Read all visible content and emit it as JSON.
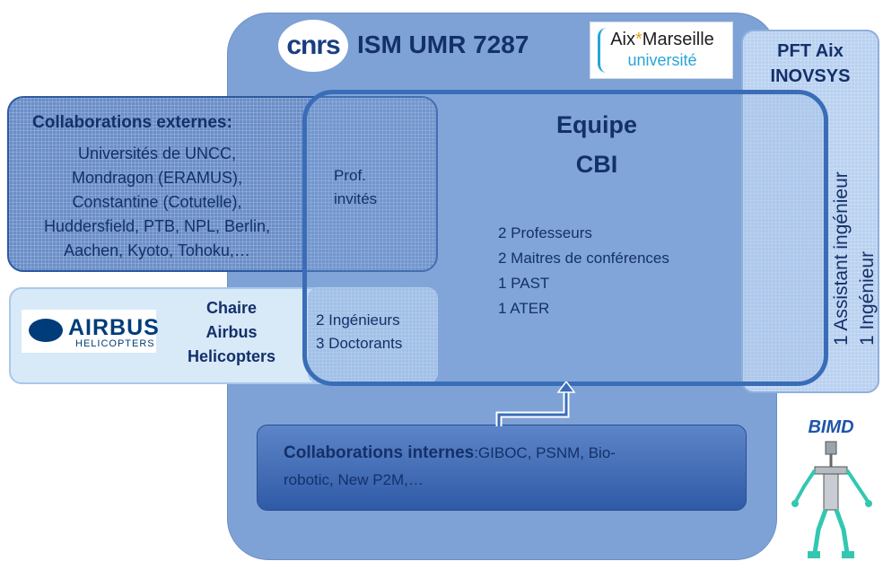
{
  "ism": {
    "title": "ISM UMR 7287"
  },
  "logos": {
    "cnrs": "cnrs",
    "amu_line1_left": "Aix",
    "amu_star": "*",
    "amu_line1_right": "Marseille",
    "amu_line2": "université",
    "airbus_word": "AIRBUS",
    "airbus_sub": "HELICOPTERS",
    "bimd": "BIMD"
  },
  "pft": {
    "title_line1": "PFT Aix",
    "title_line2": "INOVSYS",
    "staff_line1": "1 Assistant ingénieur",
    "staff_line2": "1 Ingénieur"
  },
  "external": {
    "title": "Collaborations externes:",
    "lines": [
      "Universités de  UNCC,",
      "Mondragon (ERAMUS),",
      "Constantine (Cotutelle),",
      "Huddersfield, PTB, NPL, Berlin,",
      "Aachen,  Kyoto, Tohoku,…"
    ]
  },
  "guests": {
    "line1": "Prof.",
    "line2": "invités"
  },
  "chair": {
    "line1": "Chaire",
    "line2": "Airbus",
    "line3": "Helicopters"
  },
  "inner_staff": {
    "line1": "2 Ingénieurs",
    "line2": "3 Doctorants"
  },
  "cbi": {
    "title_line1": "Equipe",
    "title_line2": "CBI",
    "members": [
      "2 Professeurs",
      "2 Maitres de conférences",
      "1 PAST",
      "1 ATER"
    ]
  },
  "internal": {
    "title": "Collaborations internes",
    "text_line1": ":GIBOC,  PSNM, Bio-",
    "text_line2": "robotic,  New P2M,…"
  },
  "colors": {
    "ism_fill": "#7ea2d6",
    "cbi_border": "#3a6db7",
    "external_fill": "#6a8ec8",
    "text_dark": "#14306a",
    "internal_fill": "#2f5aa6",
    "robot_accent": "#33c7b2"
  }
}
